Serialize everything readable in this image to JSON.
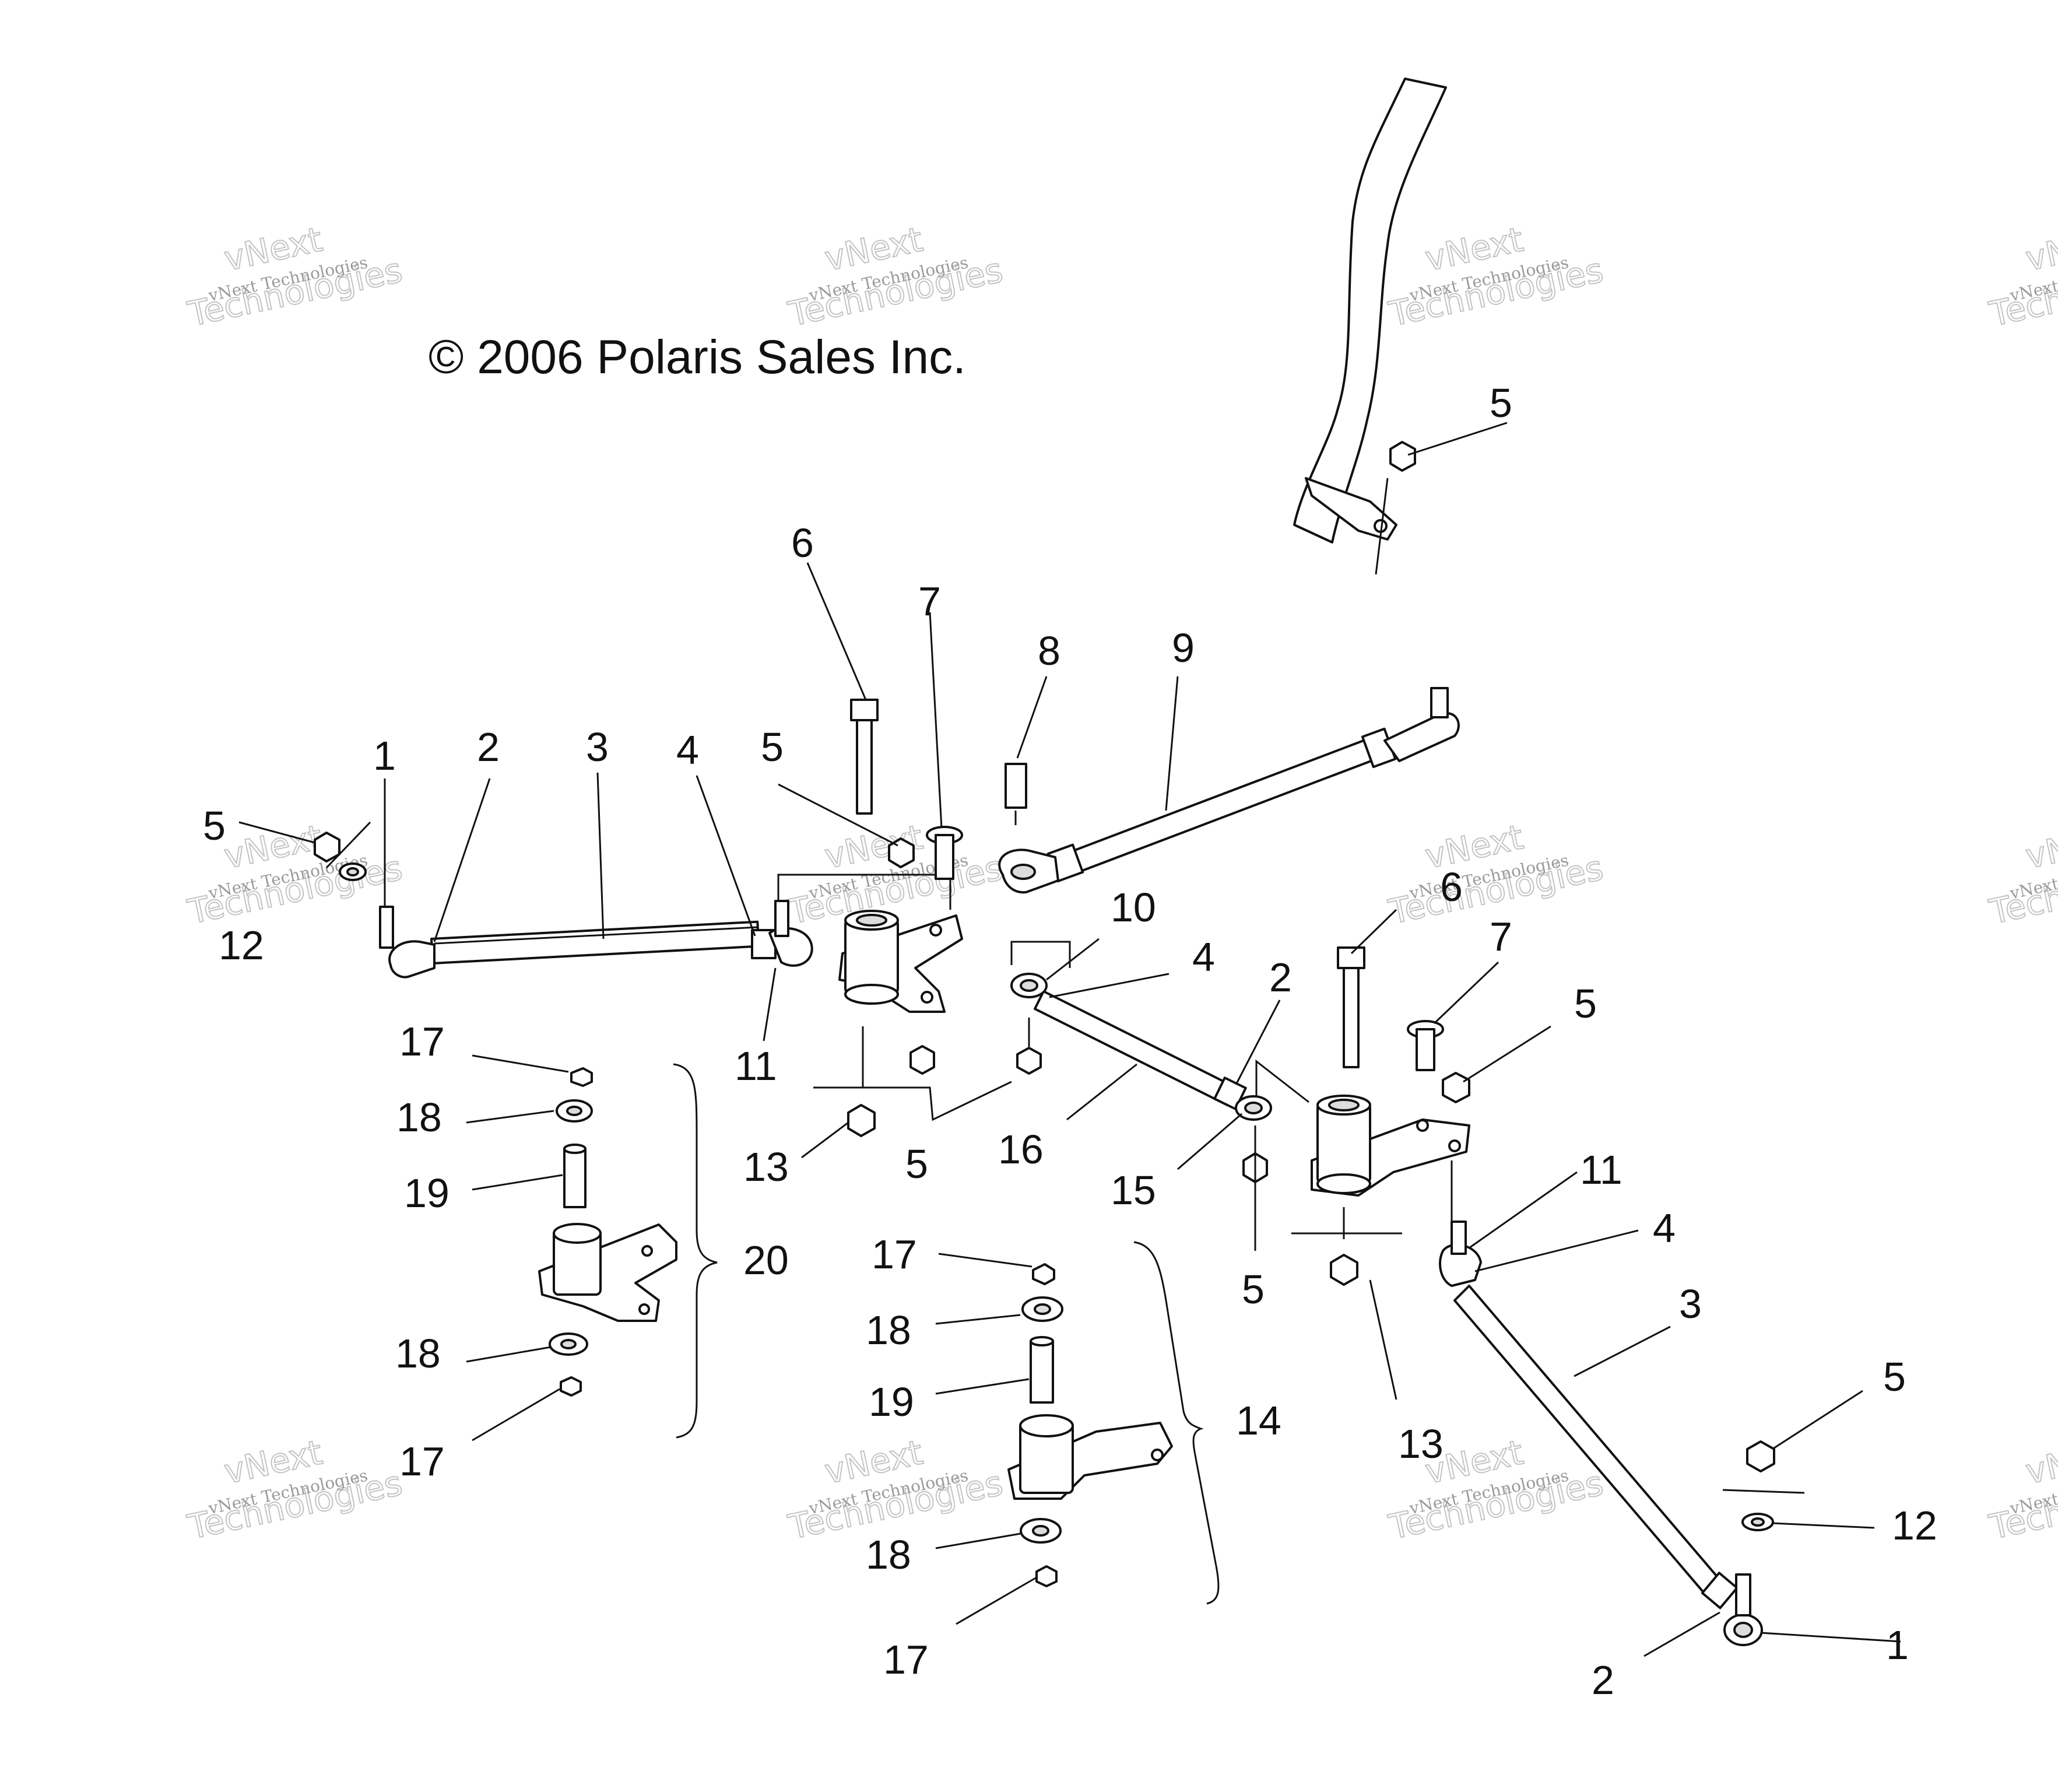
{
  "copyright": "© 2006 Polaris Sales Inc.",
  "watermark": {
    "line_small": "vNext Technologies",
    "line_big_1": "vNext",
    "line_big_2": "Technologies",
    "color": "#9a9a9a"
  },
  "callouts": [
    "1",
    "2",
    "3",
    "4",
    "5",
    "6",
    "7",
    "8",
    "9",
    "10",
    "11",
    "12",
    "13",
    "14",
    "15",
    "16",
    "17",
    "18",
    "19",
    "20"
  ],
  "colors": {
    "line": "#111111",
    "background": "#ffffff"
  }
}
